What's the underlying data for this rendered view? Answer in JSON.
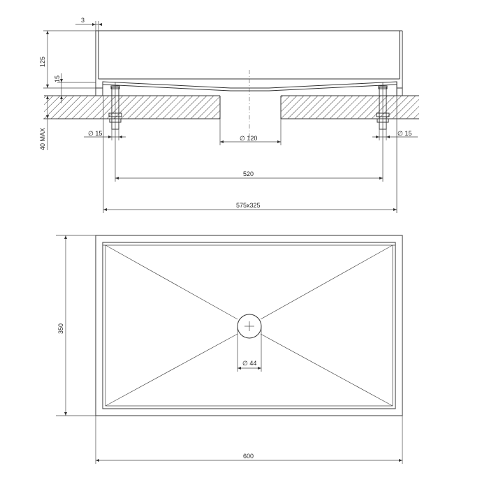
{
  "dimensions": {
    "rim_thickness": "3",
    "height": "125",
    "rim_step": "15",
    "counter_thickness": "40 MAX",
    "fixing_hole_left": "∅ 15",
    "fixing_hole_right": "∅ 15",
    "drain_hole": "∅ 120",
    "fixing_spacing": "520",
    "cutout": "575x325",
    "depth": "350",
    "width": "600",
    "waste_diameter": "∅ 44"
  },
  "colors": {
    "line": "#333333",
    "hatch": "#555555"
  }
}
